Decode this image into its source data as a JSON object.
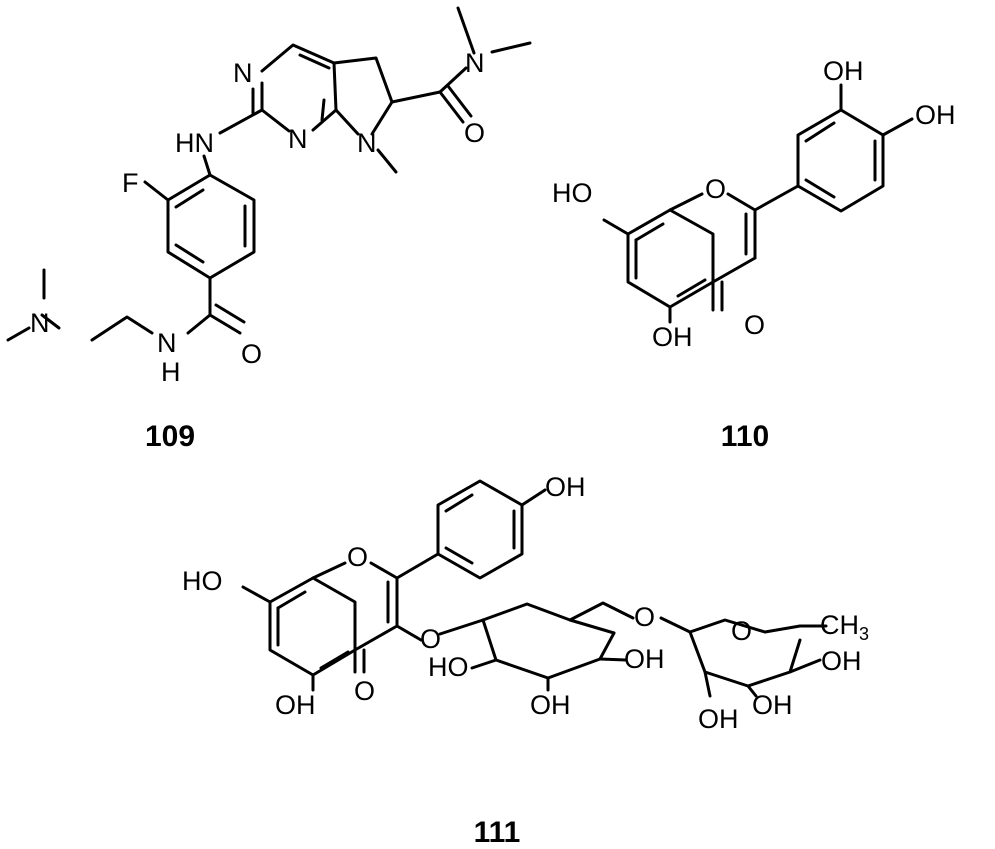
{
  "figure": {
    "compounds": [
      {
        "id": "c109",
        "label": "109",
        "atoms": {
          "N_pyr1": "N",
          "N_pyr2": "N",
          "N_ring": "N",
          "N_amide": "N",
          "O_amide": "O",
          "HN": "HN",
          "F": "F",
          "N_amine": "N",
          "NH_N": "N",
          "NH_H": "H",
          "O_benz": "O"
        }
      },
      {
        "id": "c110",
        "label": "110",
        "atoms": {
          "OH_top1": "OH",
          "OH_top2": "OH",
          "HO_left": "HO",
          "O_ring": "O",
          "OH_bottom": "OH",
          "O_ketone": "O"
        }
      },
      {
        "id": "c111",
        "label": "111",
        "atoms": {
          "OH_top": "OH",
          "HO_left": "HO",
          "O_ring": "O",
          "O_link": "O",
          "O_glc_link": "O",
          "O_rha_ring": "O",
          "CH": "CH",
          "CH_sub": "3",
          "OH_rha_r": "OH",
          "HO_glc": "HO",
          "OH_glc_r": "OH",
          "OH_glc_b": "OH",
          "OH_left_b": "OH",
          "O_ketone": "O",
          "OH_rha_b1": "OH",
          "OH_rha_b2": "OH"
        }
      }
    ]
  }
}
